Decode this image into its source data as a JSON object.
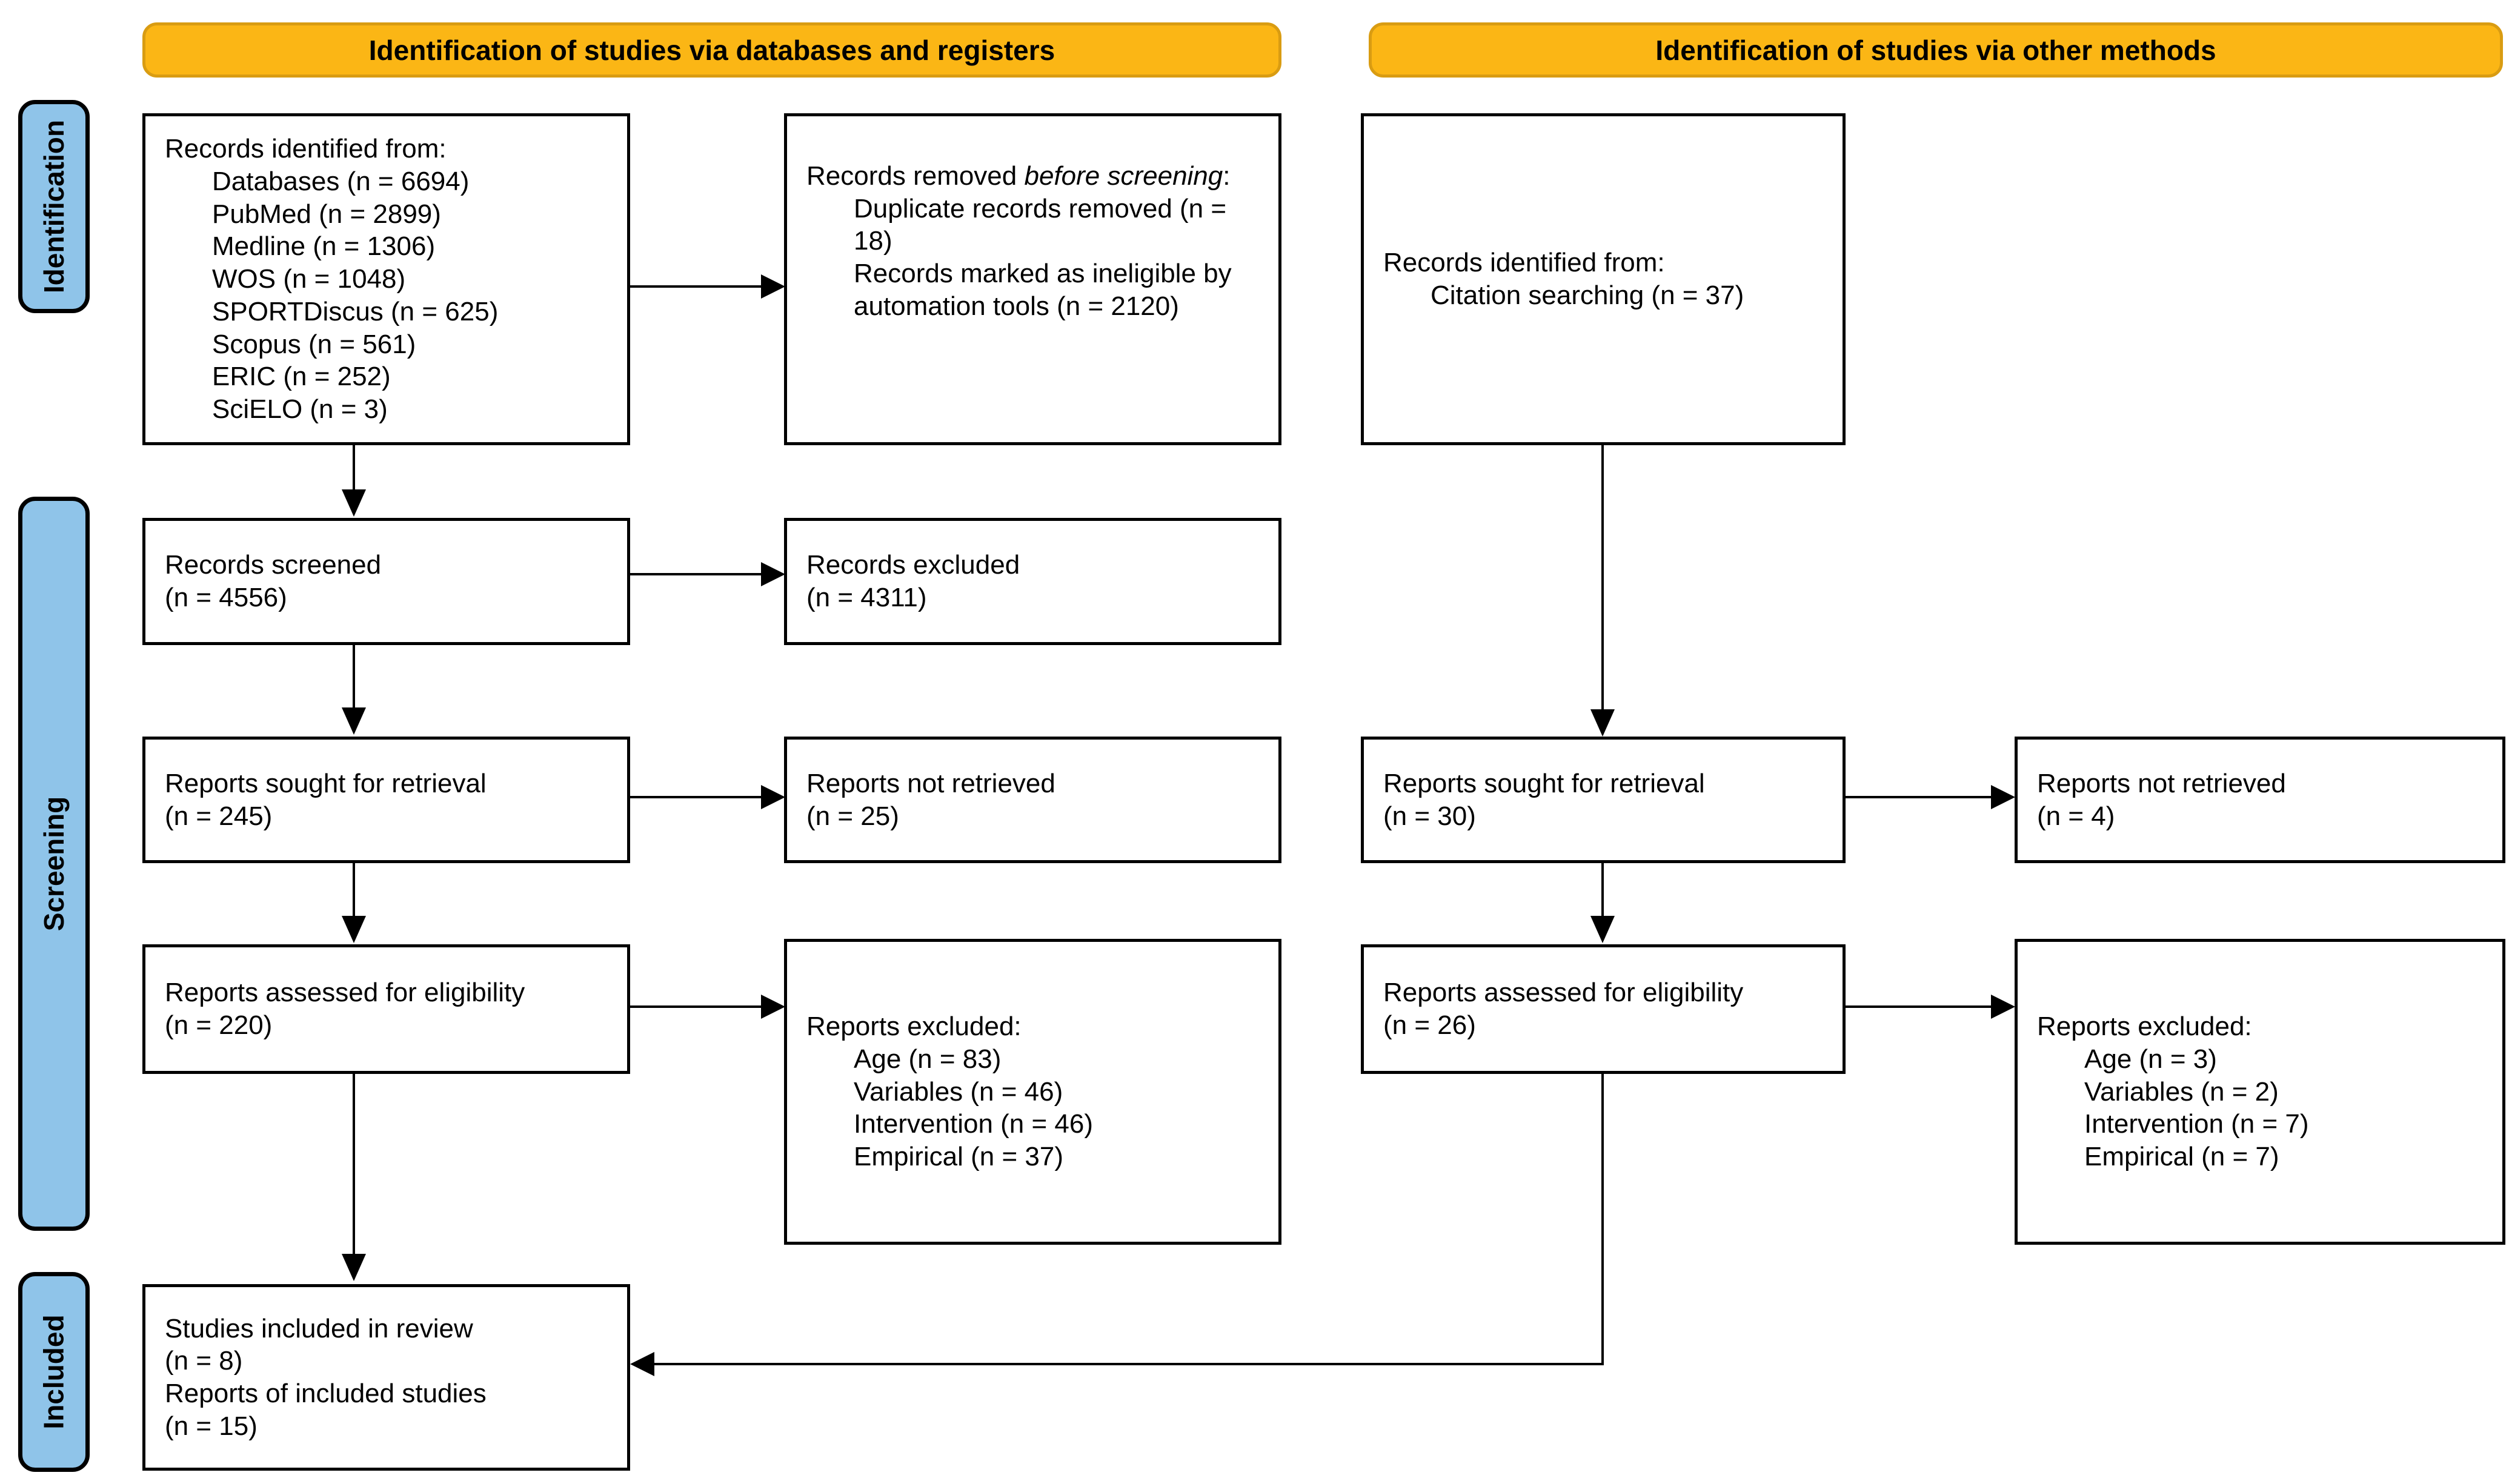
{
  "banners": {
    "databases": "Identification of studies via databases and registers",
    "other_methods": "Identification of studies via other methods"
  },
  "stage_labels": {
    "identification": "Identification",
    "screening": "Screening",
    "included": "Included"
  },
  "colors": {
    "banner_fill": "#FBB615",
    "banner_border": "#D99C12",
    "stage_fill": "#8FC4E9",
    "box_border": "#000000"
  },
  "boxes": {
    "records_identified": {
      "title": "Records identified from:",
      "items": [
        "Databases (n = 6694)",
        "PubMed (n = 2899)",
        "Medline (n = 1306)",
        "WOS (n = 1048)",
        "SPORTDiscus (n = 625)",
        "Scopus (n = 561)",
        "ERIC (n = 252)",
        "SciELO (n = 3)"
      ]
    },
    "records_removed": {
      "title_prefix": "Records removed ",
      "title_italic": "before screening",
      "title_suffix": ":",
      "items": [
        "Duplicate records removed (n = 18)",
        "Records marked as ineligible by automation tools (n = 2120)"
      ]
    },
    "citation_identified": {
      "title": "Records identified from:",
      "items": [
        "Citation searching (n = 37)"
      ]
    },
    "records_screened": {
      "lines": [
        "Records screened",
        "(n = 4556)"
      ]
    },
    "records_excluded": {
      "lines": [
        "Records excluded",
        "(n = 4311)"
      ]
    },
    "reports_sought_db": {
      "lines": [
        "Reports sought for retrieval",
        "(n = 245)"
      ]
    },
    "reports_not_retrieved_db": {
      "lines": [
        "Reports not retrieved",
        "(n = 25)"
      ]
    },
    "reports_sought_other": {
      "lines": [
        "Reports sought for retrieval",
        "(n = 30)"
      ]
    },
    "reports_not_retrieved_other": {
      "lines": [
        "Reports not retrieved",
        "(n = 4)"
      ]
    },
    "reports_assessed_db": {
      "lines": [
        "Reports assessed for eligibility",
        "(n = 220)"
      ]
    },
    "reports_excluded_db": {
      "title": "Reports excluded:",
      "items": [
        "Age (n = 83)",
        "Variables (n = 46)",
        "Intervention (n = 46)",
        "Empirical (n = 37)"
      ]
    },
    "reports_assessed_other": {
      "lines": [
        "Reports assessed for eligibility",
        "(n = 26)"
      ]
    },
    "reports_excluded_other": {
      "title": "Reports excluded:",
      "items": [
        "Age (n = 3)",
        "Variables (n = 2)",
        "Intervention (n = 7)",
        "Empirical (n = 7)"
      ]
    },
    "included": {
      "lines": [
        "Studies included in review",
        "(n = 8)",
        "Reports of included studies",
        "(n = 15)"
      ]
    }
  }
}
